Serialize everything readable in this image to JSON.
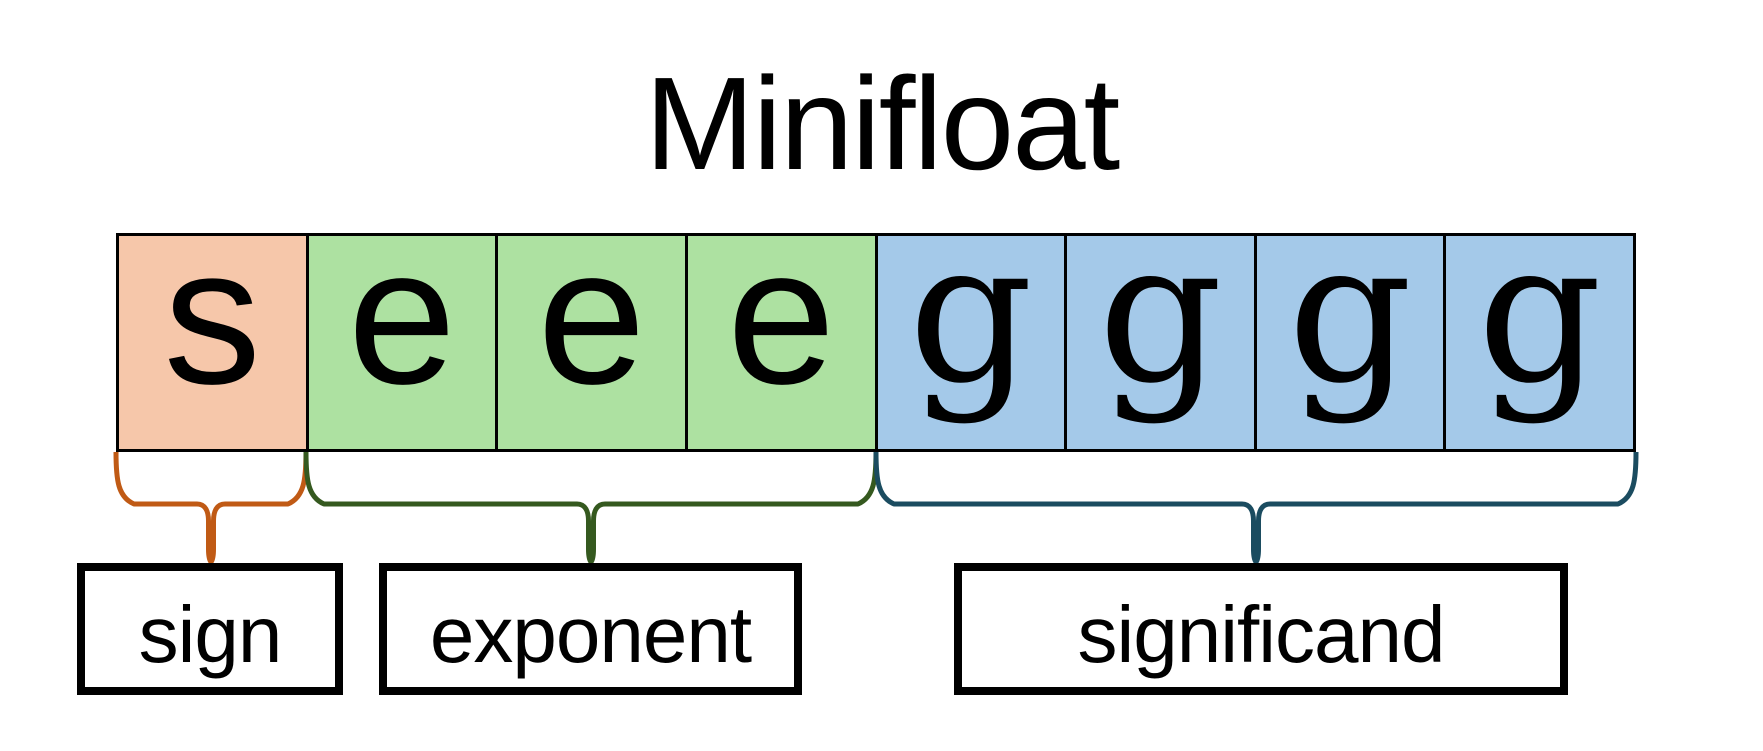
{
  "title": "Minifloat",
  "bitfield": {
    "cells": [
      {
        "label": "s",
        "group": "sign"
      },
      {
        "label": "e",
        "group": "exponent"
      },
      {
        "label": "e",
        "group": "exponent"
      },
      {
        "label": "e",
        "group": "exponent"
      },
      {
        "label": "g",
        "group": "significand"
      },
      {
        "label": "g",
        "group": "significand"
      },
      {
        "label": "g",
        "group": "significand"
      },
      {
        "label": "g",
        "group": "significand"
      }
    ],
    "groups": {
      "sign": {
        "label": "sign",
        "bits": 1,
        "cell_fill": "#F6C7AA",
        "brace_color": "#C05A15"
      },
      "exponent": {
        "label": "exponent",
        "bits": 3,
        "cell_fill": "#ADE1A1",
        "brace_color": "#35591F"
      },
      "significand": {
        "label": "significand",
        "bits": 4,
        "cell_fill": "#A4C9E9",
        "brace_color": "#1B4C60"
      }
    }
  }
}
